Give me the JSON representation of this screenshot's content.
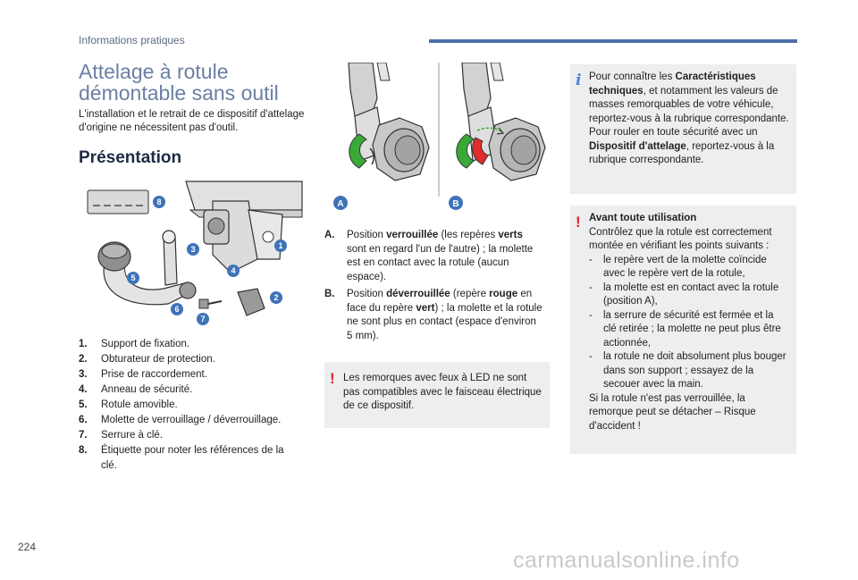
{
  "header": {
    "section": "Informations pratiques"
  },
  "page": {
    "title_lines": [
      "Attelage à rotule",
      "démontable sans outil"
    ],
    "intro": "L'installation et le retrait de ce dispositif d'attelage d'origine ne nécessitent pas d'outil.",
    "section_title": "Présentation",
    "number": "224"
  },
  "figure_left": {
    "callouts": [
      "1",
      "2",
      "3",
      "4",
      "5",
      "6",
      "7",
      "8"
    ]
  },
  "figure_right": {
    "labels": [
      "A",
      "B"
    ]
  },
  "legend": [
    {
      "num": "1.",
      "text": "Support de fixation."
    },
    {
      "num": "2.",
      "text": "Obturateur de protection."
    },
    {
      "num": "3.",
      "text": "Prise de raccordement."
    },
    {
      "num": "4.",
      "text": "Anneau de sécurité."
    },
    {
      "num": "5.",
      "text": "Rotule amovible."
    },
    {
      "num": "6.",
      "text": "Molette de verrouillage / déverrouillage."
    },
    {
      "num": "7.",
      "text": "Serrure à clé."
    },
    {
      "num": "8.",
      "text": "Étiquette pour noter les références de la clé."
    }
  ],
  "positions": {
    "a_key": "A.",
    "a_pre": "Position ",
    "a_bold1": "verrouillée",
    "a_mid": " (les repères ",
    "a_bold2": "verts",
    "a_post": " sont en regard l'un de l'autre) ; la molette est en contact avec la rotule (aucun espace).",
    "b_key": "B.",
    "b_pre": "Position ",
    "b_bold1": "déverrouillée",
    "b_mid1": " (repère ",
    "b_bold2": "rouge",
    "b_mid2": " en face du repère ",
    "b_bold3": "vert",
    "b_post": ") ; la molette et la rotule ne sont plus en contact (espace d'environ 5 mm)."
  },
  "warning_led": "Les remorques avec feux à LED ne sont pas compatibles avec le faisceau électrique de ce dispositif.",
  "info_box": {
    "p1_pre": "Pour connaître les ",
    "p1_bold": "Caractéristiques techniques",
    "p1_post": ", et notamment les valeurs de masses remorquables de votre véhicule, reportez-vous à la rubrique correspondante.",
    "p2_pre": "Pour rouler en toute sécurité avec un ",
    "p2_bold": "Dispositif d'attelage",
    "p2_post": ", reportez-vous à la rubrique correspondante."
  },
  "warning_use": {
    "title": "Avant toute utilisation",
    "intro": "Contrôlez que la rotule est correctement montée en vérifiant les points suivants :",
    "items": [
      "le repère vert de la molette coïncide avec le repère vert de la rotule,",
      "la molette est en contact avec la rotule (position A),",
      "la serrure de sécurité est fermée et la clé retirée ; la molette ne peut plus être actionnée,",
      "la rotule ne doit absolument plus bouger dans son support ; essayez de la secouer avec la main."
    ],
    "outro": "Si la rotule n'est pas verrouillée, la remorque peut se détacher – Risque d'accident !",
    "dash": "-"
  },
  "warning_mark": "!",
  "info_mark": "i",
  "watermark": "carmanualsonline.info",
  "colors": {
    "accent_blue": "#4c6fa8",
    "callout_blue": "#3f73b8",
    "warning_red": "#e0262e",
    "lock_green": "#3aa935",
    "unlock_red": "#e32b2b",
    "box_grey": "#eceeef"
  }
}
